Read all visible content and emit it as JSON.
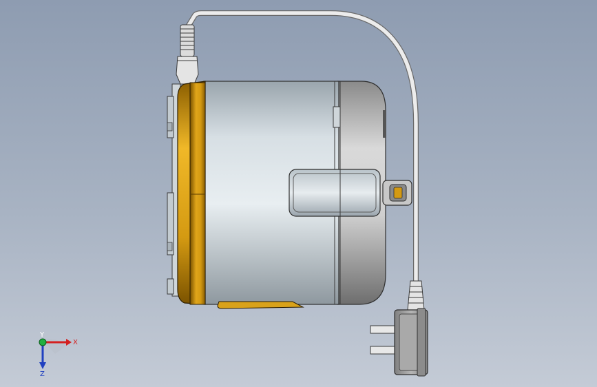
{
  "viewport": {
    "background_top": "#8e9cb1",
    "background_bottom": "#c4cbd6"
  },
  "model": {
    "shell_color": "#c9d2d8",
    "rear_cap_color": "#b3b3b3",
    "ring_color": "#d49a12",
    "cord_color": "#e6e6e6",
    "plug_color": "#9c9c9c"
  },
  "triad": {
    "x_label": "X",
    "y_label": "Y",
    "z_label": "Z",
    "x_color": "#d42020",
    "y_color": "#20b040",
    "z_color": "#2040c0"
  }
}
